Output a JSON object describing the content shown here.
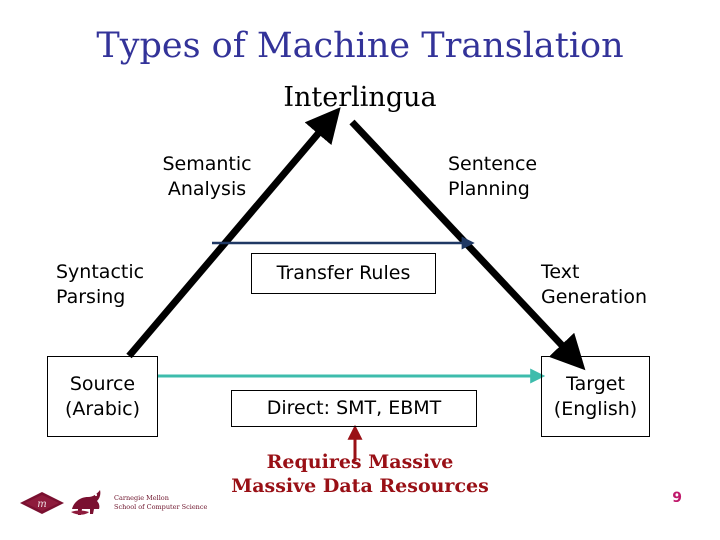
{
  "slide": {
    "title": "Types of Machine Translation",
    "page_number": "9",
    "background_color": "#FFFFFF",
    "title_color": "#333399"
  },
  "pyramid": {
    "apex_label": "Interlingua",
    "left_side_labels": [
      {
        "id": "semantic-analysis",
        "text": "Semantic\nAnalysis",
        "line1": "Semantic",
        "line2": "Analysis"
      },
      {
        "id": "syntactic-parsing",
        "text": "Syntactic\nParsing",
        "line1": "Syntactic",
        "line2": "Parsing"
      }
    ],
    "right_side_labels": [
      {
        "id": "sentence-planning",
        "text": "Sentence\nPlanning",
        "line1": "Sentence",
        "line2": "Planning"
      },
      {
        "id": "text-generation",
        "text": "Text\nGeneration",
        "line1": "Text",
        "line2": "Generation"
      }
    ],
    "source_box": {
      "line1": "Source",
      "line2": "(Arabic)"
    },
    "target_box": {
      "line1": "Target",
      "line2": "(English)"
    },
    "middle_boxes": [
      {
        "id": "transfer-rules",
        "label": "Transfer Rules"
      },
      {
        "id": "direct-smt-ebmt",
        "label": "Direct: SMT, EBMT"
      }
    ]
  },
  "annotations": {
    "massive_note_line1": "Requires Massive",
    "massive_note_line2": "Massive Data Resources",
    "massive_note_color": "#991016"
  },
  "arrows": {
    "analysis_diagonal": {
      "name": "analysis-arrow",
      "color": "#000000",
      "direction": "up-right"
    },
    "generation_diagonal": {
      "name": "generation-arrow",
      "color": "#000000",
      "direction": "down-right"
    },
    "transfer_arrow": {
      "name": "transfer-arrow",
      "color": "#1F3864",
      "direction": "right"
    },
    "direct_arrow": {
      "name": "direct-arrow",
      "color": "#3EBCAC",
      "direction": "right"
    },
    "resources_arrow": {
      "name": "resources-arrow",
      "color": "#991016",
      "direction": "up"
    }
  },
  "logo": {
    "org_line1": "Carnegie Mellon",
    "org_line2": "School of Computer Science",
    "color": "#6B1028"
  }
}
